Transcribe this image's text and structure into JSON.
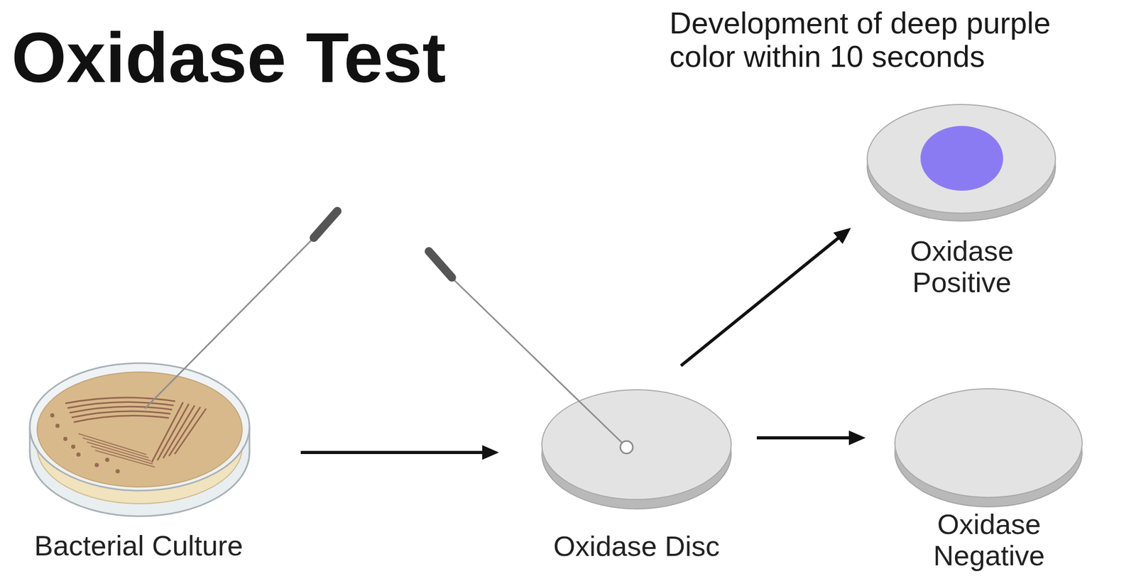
{
  "diagram": {
    "title": "Oxidase Test",
    "nodes": [
      {
        "text": [
          "Bacterial Culture"
        ]
      },
      {
        "text": [
          "Oxidase Disc"
        ]
      },
      {
        "text": [
          "Oxidase Positive"
        ]
      },
      {
        "text": [
          "Oxidase Negative"
        ]
      }
    ],
    "edges": [
      {
        "from": 0,
        "to": 1,
        "arrow": "to"
      },
      {
        "from": 1,
        "to": 2,
        "arrow": "to"
      },
      {
        "from": 1,
        "to": 3,
        "arrow": "to"
      }
    ],
    "labels": [
      "Development of deep purple color within 10 seconds"
    ]
  }
}
